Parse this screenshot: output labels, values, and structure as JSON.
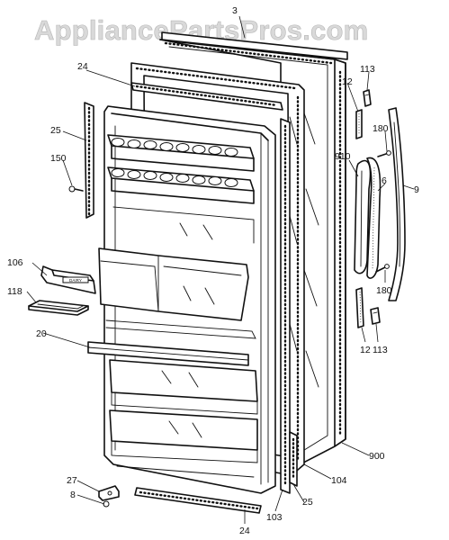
{
  "watermark": "AppliancePartsPros.com",
  "bin_label": "DAIRY",
  "callouts": [
    {
      "id": "3",
      "text": "3"
    },
    {
      "id": "24a",
      "text": "24"
    },
    {
      "id": "25a",
      "text": "25"
    },
    {
      "id": "150",
      "text": "150"
    },
    {
      "id": "12a",
      "text": "12"
    },
    {
      "id": "113a",
      "text": "113"
    },
    {
      "id": "180a",
      "text": "180"
    },
    {
      "id": "910",
      "text": "910"
    },
    {
      "id": "6",
      "text": "6"
    },
    {
      "id": "9",
      "text": "9"
    },
    {
      "id": "106",
      "text": "106"
    },
    {
      "id": "118",
      "text": "118"
    },
    {
      "id": "180b",
      "text": "180"
    },
    {
      "id": "20",
      "text": "20"
    },
    {
      "id": "12b",
      "text": "12"
    },
    {
      "id": "113b",
      "text": "113"
    },
    {
      "id": "900",
      "text": "900"
    },
    {
      "id": "104",
      "text": "104"
    },
    {
      "id": "27",
      "text": "27"
    },
    {
      "id": "8",
      "text": "8"
    },
    {
      "id": "25b",
      "text": "25"
    },
    {
      "id": "103",
      "text": "103"
    },
    {
      "id": "24b",
      "text": "24"
    }
  ]
}
